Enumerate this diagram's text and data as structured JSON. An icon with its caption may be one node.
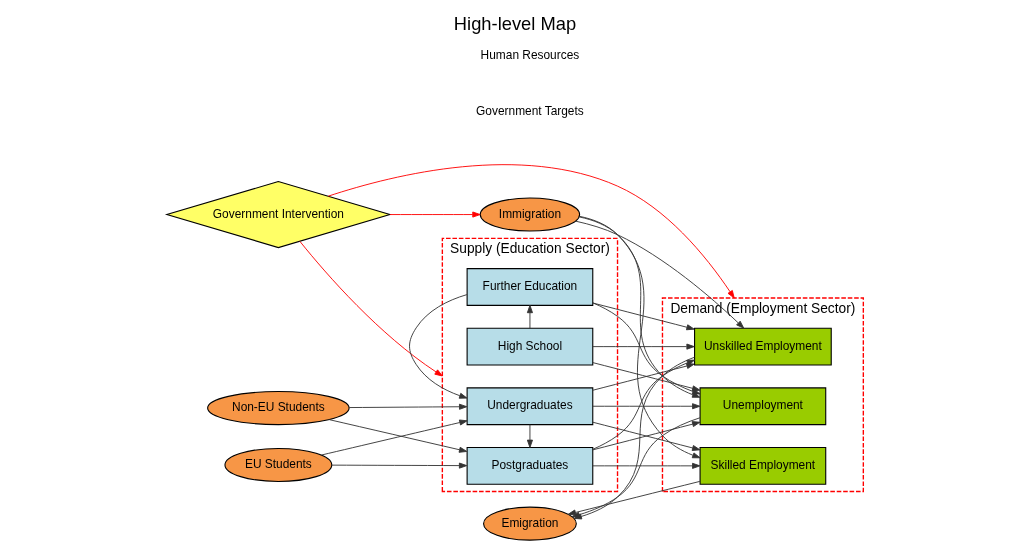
{
  "diagram": {
    "title": "High-level Map",
    "nodes": [
      {
        "text": [
          "Supply (Education Sector)"
        ]
      },
      {
        "text": [
          "High School"
        ],
        "in": 0
      },
      {
        "text": [
          "Further Education"
        ],
        "in": 0
      },
      {
        "text": [
          "Undergraduates"
        ],
        "in": 0
      },
      {
        "text": [
          "Postgraduates"
        ],
        "in": 0
      },
      {
        "text": [
          "Demand (Employment Sector)"
        ]
      },
      {
        "text": [
          "Unemployment"
        ],
        "in": 5
      },
      {
        "text": [
          "Unskilled Employment"
        ],
        "in": 5
      },
      {
        "text": [
          "Skilled Employment"
        ],
        "in": 5
      },
      {
        "text": [
          "EU Students"
        ]
      },
      {
        "text": [
          "Non-EU Students"
        ]
      },
      {
        "text": [
          "Emigration"
        ]
      },
      {
        "text": [
          "Immigration"
        ]
      },
      {
        "text": [
          "Government Intervention"
        ]
      }
    ],
    "edges": [
      {
        "from": 1,
        "to": 2,
        "arrow": "to"
      },
      {
        "from": 2,
        "to": 3,
        "arrow": "to"
      },
      {
        "from": 3,
        "to": 4,
        "arrow": "to"
      },
      {
        "from": 9,
        "to": 3,
        "arrow": "to"
      },
      {
        "from": 9,
        "to": 4,
        "arrow": "to"
      },
      {
        "from": 10,
        "to": 3,
        "arrow": "to"
      },
      {
        "from": 10,
        "to": 4,
        "arrow": "to"
      },
      {
        "from": 1,
        "to": 6,
        "arrow": "to"
      },
      {
        "from": 1,
        "to": 7,
        "arrow": "to"
      },
      {
        "from": 2,
        "to": 6,
        "arrow": "to"
      },
      {
        "from": 2,
        "to": 7,
        "arrow": "to"
      },
      {
        "from": 3,
        "to": 6,
        "arrow": "to"
      },
      {
        "from": 3,
        "to": 7,
        "arrow": "to"
      },
      {
        "from": 3,
        "to": 8,
        "arrow": "to"
      },
      {
        "from": 4,
        "to": 6,
        "arrow": "to"
      },
      {
        "from": 4,
        "to": 7,
        "arrow": "to"
      },
      {
        "from": 4,
        "to": 8,
        "arrow": "to"
      },
      {
        "from": 6,
        "to": 11,
        "arrow": "to"
      },
      {
        "from": 7,
        "to": 11,
        "arrow": "to"
      },
      {
        "from": 8,
        "to": 11,
        "arrow": "to"
      },
      {
        "from": 12,
        "to": 6,
        "arrow": "to"
      },
      {
        "from": 12,
        "to": 7,
        "arrow": "to"
      },
      {
        "from": 12,
        "to": 8,
        "arrow": "to"
      },
      {
        "from": 13,
        "to": 0,
        "arrow": "to",
        "color": "#ff0000"
      },
      {
        "from": 13,
        "to": 5,
        "arrow": "to",
        "color": "#ff0000"
      },
      {
        "from": 13,
        "to": 12,
        "arrow": "to",
        "color": "#ff0000"
      }
    ],
    "legend": [
      {
        "text": "Human Resources"
      },
      {
        "text": "Government Targets"
      }
    ]
  }
}
